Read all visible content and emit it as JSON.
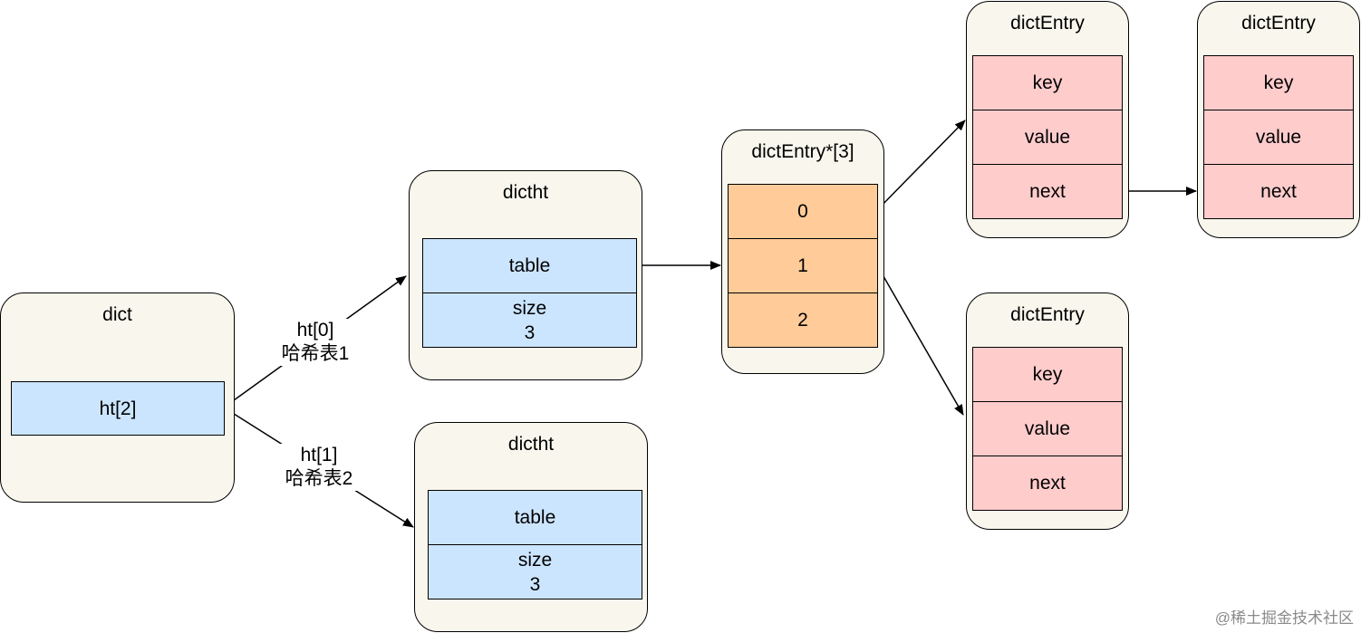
{
  "dict": {
    "title": "dict",
    "field": "ht[2]"
  },
  "edges": {
    "ht0": {
      "line1": "ht[0]",
      "line2": "哈希表1"
    },
    "ht1": {
      "line1": "ht[1]",
      "line2": "哈希表2"
    }
  },
  "dictht_0": {
    "title": "dictht",
    "table": "table",
    "size_label": "size",
    "size_value": "3"
  },
  "dictht_1": {
    "title": "dictht",
    "table": "table",
    "size_label": "size",
    "size_value": "3"
  },
  "bucket_array": {
    "title": "dictEntry*[3]",
    "slots": [
      "0",
      "1",
      "2"
    ]
  },
  "entry_a": {
    "title": "dictEntry",
    "key": "key",
    "value": "value",
    "next": "next"
  },
  "entry_b": {
    "title": "dictEntry",
    "key": "key",
    "value": "value",
    "next": "next"
  },
  "entry_c": {
    "title": "dictEntry",
    "key": "key",
    "value": "value",
    "next": "next"
  },
  "watermark": "@稀土掘金技术社区",
  "colors": {
    "container_fill": "#f9f7ed",
    "field_blue": "#cce5ff",
    "bucket_orange": "#ffcc99",
    "entry_pink": "#ffcccc"
  }
}
